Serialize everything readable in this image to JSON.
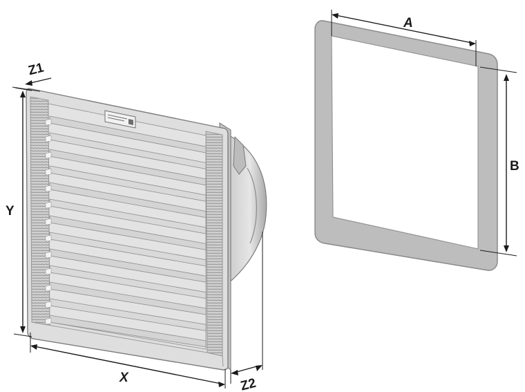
{
  "dimensions": {
    "fan_width": "X",
    "fan_height": "Y",
    "fan_frame_depth": "Z1",
    "fan_total_depth": "Z2",
    "cutout_width": "A",
    "cutout_height": "B"
  },
  "colors": {
    "housing": "#dcdcdc",
    "housing_shadow": "#bdbdbd",
    "louver_edge": "#8c8c8c",
    "gasket": "#b9b9b9",
    "gasket_edge": "#8a8a8a",
    "line": "#1a1a1a"
  }
}
